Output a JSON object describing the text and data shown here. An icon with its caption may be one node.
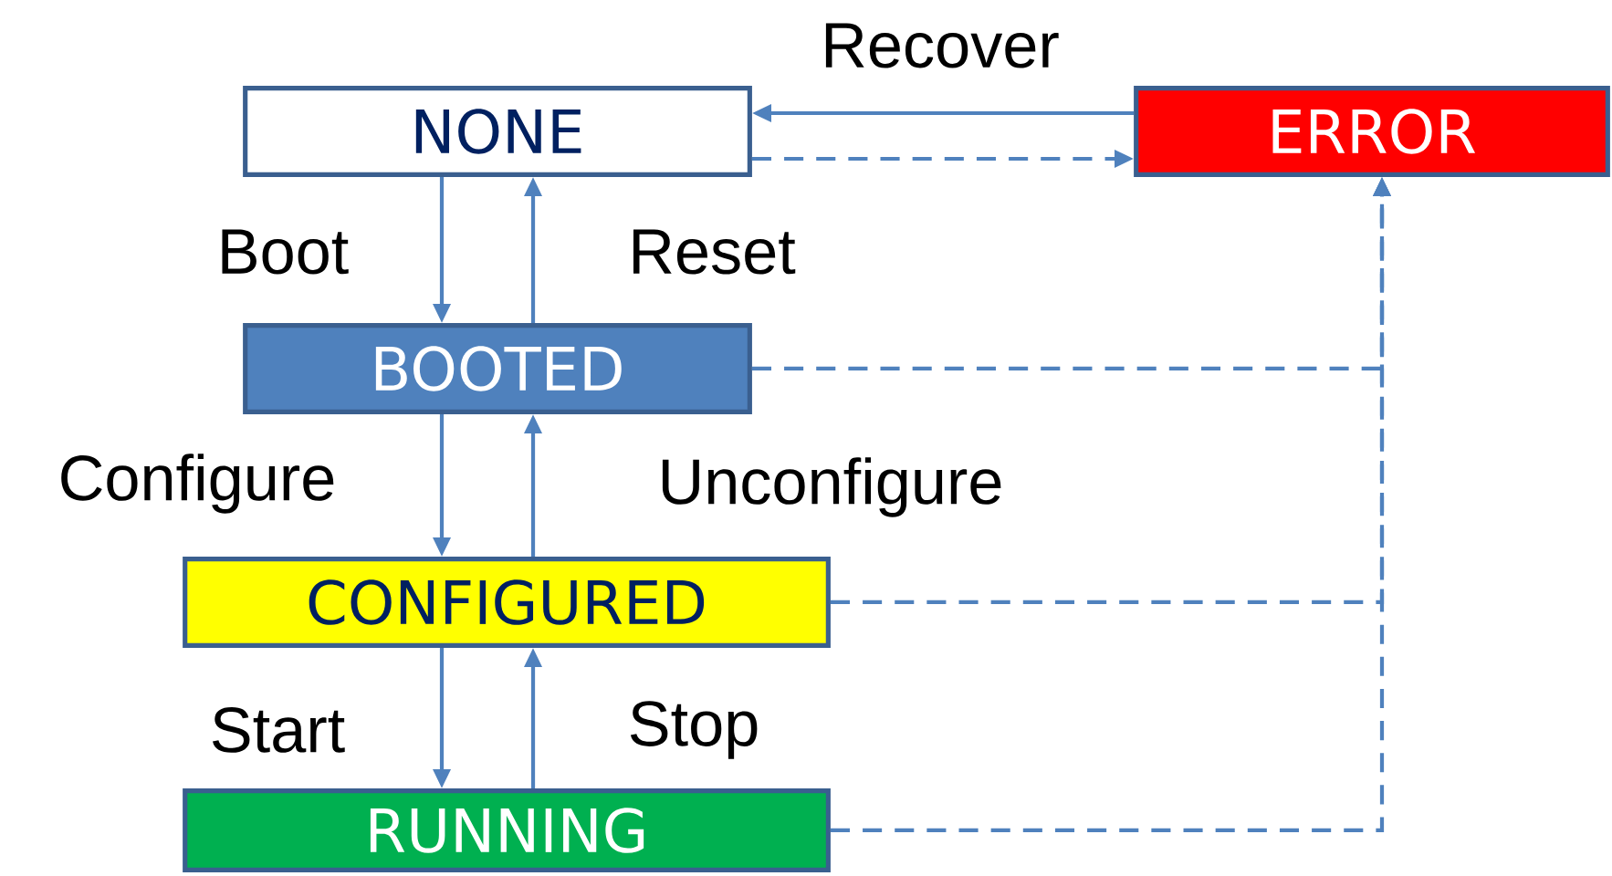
{
  "diagram": {
    "nodes": [
      {
        "text": [
          "NONE"
        ]
      },
      {
        "text": [
          "ERROR"
        ]
      },
      {
        "text": [
          "BOOTED"
        ]
      },
      {
        "text": [
          "CONFIGURED"
        ]
      },
      {
        "text": [
          "RUNNING"
        ]
      }
    ],
    "edges": [
      {
        "from": 1,
        "to": 0,
        "arrow": "to",
        "label": "Recover"
      },
      {
        "from": 0,
        "to": 1,
        "arrow": "to",
        "style": "dashed"
      },
      {
        "from": 0,
        "to": 2,
        "arrow": "to",
        "label": "Boot"
      },
      {
        "from": 2,
        "to": 0,
        "arrow": "to",
        "label": "Reset"
      },
      {
        "from": 2,
        "to": 3,
        "arrow": "to",
        "label": "Configure"
      },
      {
        "from": 3,
        "to": 2,
        "arrow": "to",
        "label": "Unconfigure"
      },
      {
        "from": 3,
        "to": 4,
        "arrow": "to",
        "label": "Start"
      },
      {
        "from": 4,
        "to": 3,
        "arrow": "to",
        "label": "Stop"
      },
      {
        "from": 2,
        "to": 1,
        "arrow": "to",
        "style": "dashed"
      },
      {
        "from": 3,
        "to": 1,
        "arrow": "to",
        "style": "dashed"
      },
      {
        "from": 4,
        "to": 1,
        "arrow": "to",
        "style": "dashed"
      }
    ]
  }
}
